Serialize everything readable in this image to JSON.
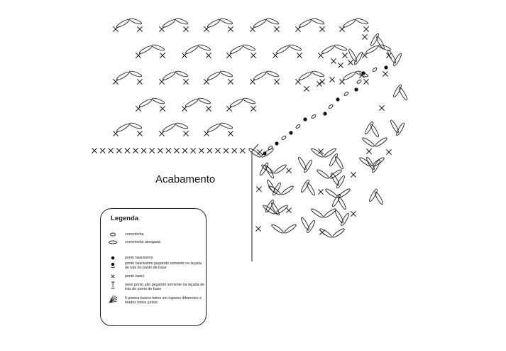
{
  "title": "Acabamento",
  "legend": {
    "heading": "Legenda",
    "items": [
      {
        "symbol": "chain-stitch-icon",
        "label": "correntinha"
      },
      {
        "symbol": "elongated-chain-icon",
        "label": "correntinha alongada"
      },
      {
        "symbol": "slip-stitch-icon",
        "label": "ponto baixíssimo"
      },
      {
        "symbol": "back-loop-slip-stitch-icon",
        "label": "ponto baixíssimo pegando somente na laçada de trás do ponto de base"
      },
      {
        "symbol": "single-crochet-icon",
        "label": "ponto baixo"
      },
      {
        "symbol": "back-loop-half-double-icon",
        "label": "meio ponto alto pegando somente na laçada de trás do ponto de base"
      },
      {
        "symbol": "sc5tog-icon",
        "label": "5 pontos baixos feitos em lugares diferentes e tirados todos juntos"
      }
    ]
  },
  "colors": {
    "ink": "#1a1a1a",
    "background": "#ffffff"
  }
}
